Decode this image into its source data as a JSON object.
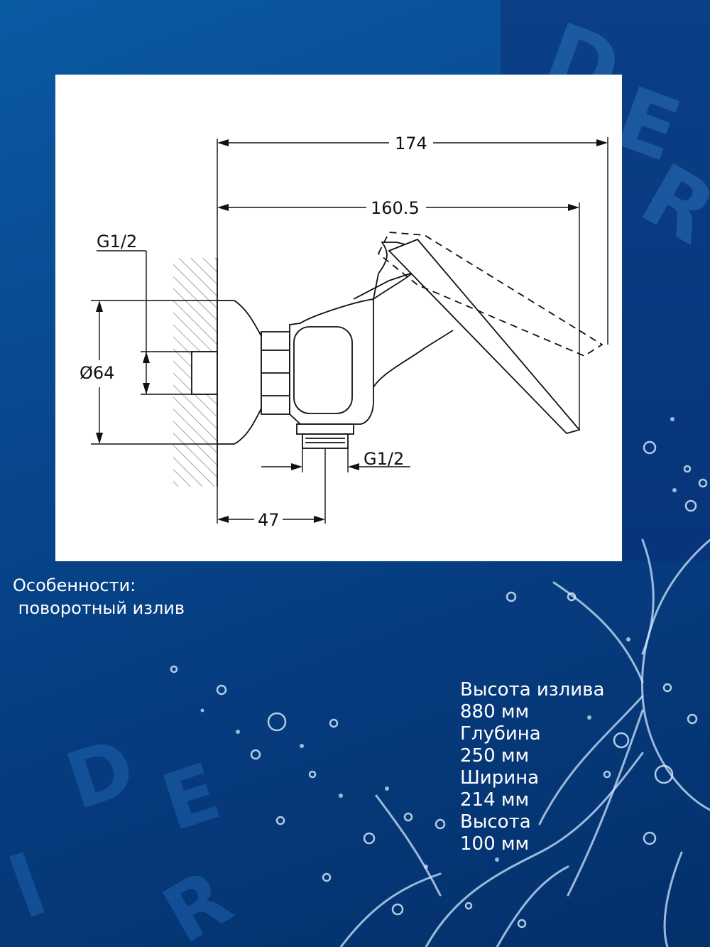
{
  "watermark": {
    "letters": [
      "D",
      "E",
      "R"
    ]
  },
  "drawing": {
    "dim_overall_length": "174",
    "dim_spout_length": "160.5",
    "dim_inlet_thread": "G1/2",
    "dim_flange_diameter": "Ø64",
    "dim_outlet_thread": "G1/2",
    "dim_outlet_offset": "47"
  },
  "features": {
    "title": "Особенности:",
    "item": " поворотный излив"
  },
  "specs": {
    "spout_height_label": "Высота излива",
    "spout_height_value": "880 мм",
    "depth_label": "Глубина",
    "depth_value": "250 мм",
    "width_label": "Ширина",
    "width_value": "214 мм",
    "height_label": "Высота",
    "height_value": "100 мм"
  },
  "colors": {
    "background": "#08488f",
    "text": "#ffffff",
    "drawing_line": "#111111"
  }
}
